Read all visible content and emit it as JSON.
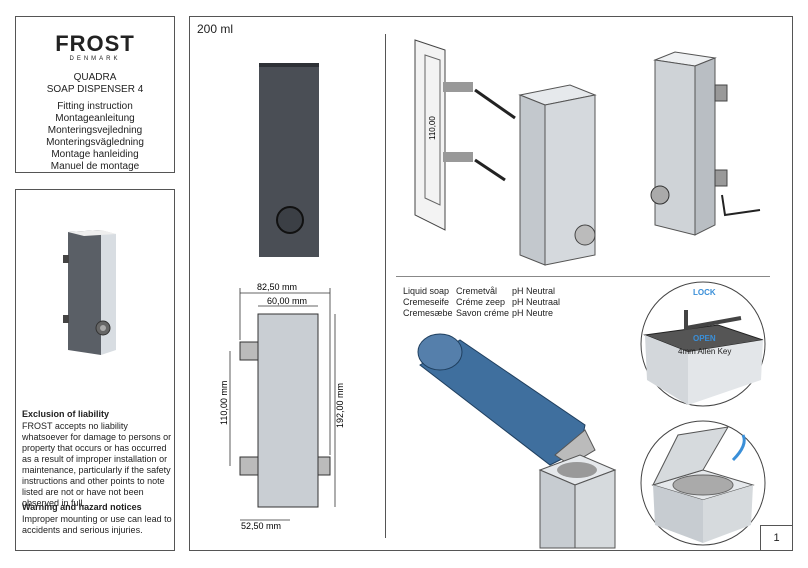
{
  "brand": {
    "name": "FROST",
    "sub": "DENMARK"
  },
  "product": {
    "line1": "QUADRA",
    "line2": "SOAP DISPENSER 4"
  },
  "instructions": [
    "Fitting instruction",
    "Montageanleitung",
    "Monteringsvejledning",
    "Monteringsvägledning",
    "Montage hanleiding",
    "Manuel de montage"
  ],
  "liability": {
    "title": "Exclusion of liability",
    "text": "FROST accepts no liability whatsoever for damage to persons or property that occurs or has occurred as a result of improper installation or maintenance, particularly if the safety instructions and other points to note listed are not or have not been observed in full."
  },
  "warning": {
    "title": "Warning and hazard notices",
    "text": "Improper mounting or use can lead to accidents and serious injuries."
  },
  "capacity": "200 ml",
  "dimensions": {
    "top_width": "82,50 mm",
    "inner_width": "60,00 mm",
    "height_left": "110,00 mm",
    "height_right": "192,00 mm",
    "bottom_width": "52,50 mm",
    "wall_spacing": "110,00"
  },
  "soap_types": {
    "col1": [
      "Liquid soap",
      "Cremeseife",
      "Cremesæbe"
    ],
    "col2": [
      "Cremetvål",
      "Créme zeep",
      "Savon créme"
    ],
    "col3": [
      "pH Neutral",
      "pH Neutraal",
      "pH Neutre"
    ]
  },
  "lock": {
    "lock_label": "LOCK",
    "open_label": "OPEN",
    "key_label": "4mm Allen Key"
  },
  "page_number": "1",
  "colors": {
    "lock_blue": "#3a8fd8",
    "bottle_blue": "#3f6f9e",
    "steel": "#c9ced3"
  }
}
